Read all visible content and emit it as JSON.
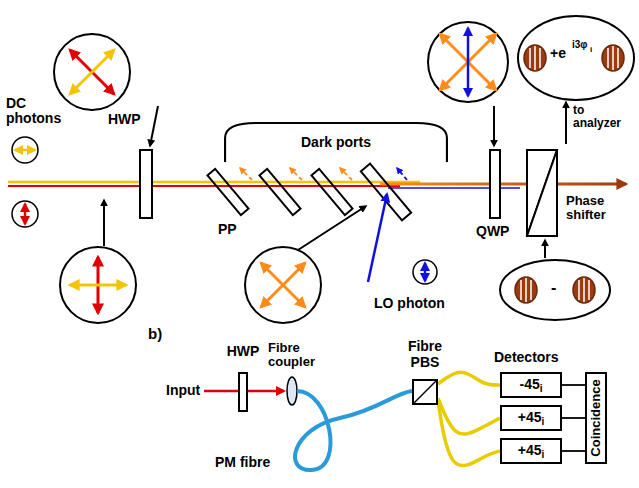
{
  "diagram": {
    "nodes": [
      {
        "text": [
          "Dark ports"
        ]
      },
      {
        "text": [
          "HWP"
        ]
      },
      {
        "text": [
          "Fibre PBS"
        ]
      },
      {
        "text": [
          "-45",
          "i"
        ]
      },
      {
        "text": [
          "+45",
          "i"
        ]
      },
      {
        "text": [
          "+45",
          "i"
        ]
      },
      {
        "text": [
          "Coincidence"
        ]
      }
    ],
    "edges": [
      {
        "from": 2,
        "to": 3,
        "arrow": "none"
      },
      {
        "from": 2,
        "to": 4,
        "arrow": "none"
      },
      {
        "from": 2,
        "to": 5,
        "arrow": "none"
      },
      {
        "from": 3,
        "to": 6,
        "arrow": "none"
      },
      {
        "from": 4,
        "to": 6,
        "arrow": "none"
      },
      {
        "from": 5,
        "to": 6,
        "arrow": "none"
      }
    ],
    "labels": [
      "DC photons",
      "HWP",
      "PP",
      "LO photon",
      "QWP",
      "Phase shifter",
      "to analyzer",
      "+e",
      "i3φ",
      "i",
      "-",
      "b)",
      "Input",
      "Fibre coupler",
      "PM fibre",
      "Detectors"
    ]
  }
}
